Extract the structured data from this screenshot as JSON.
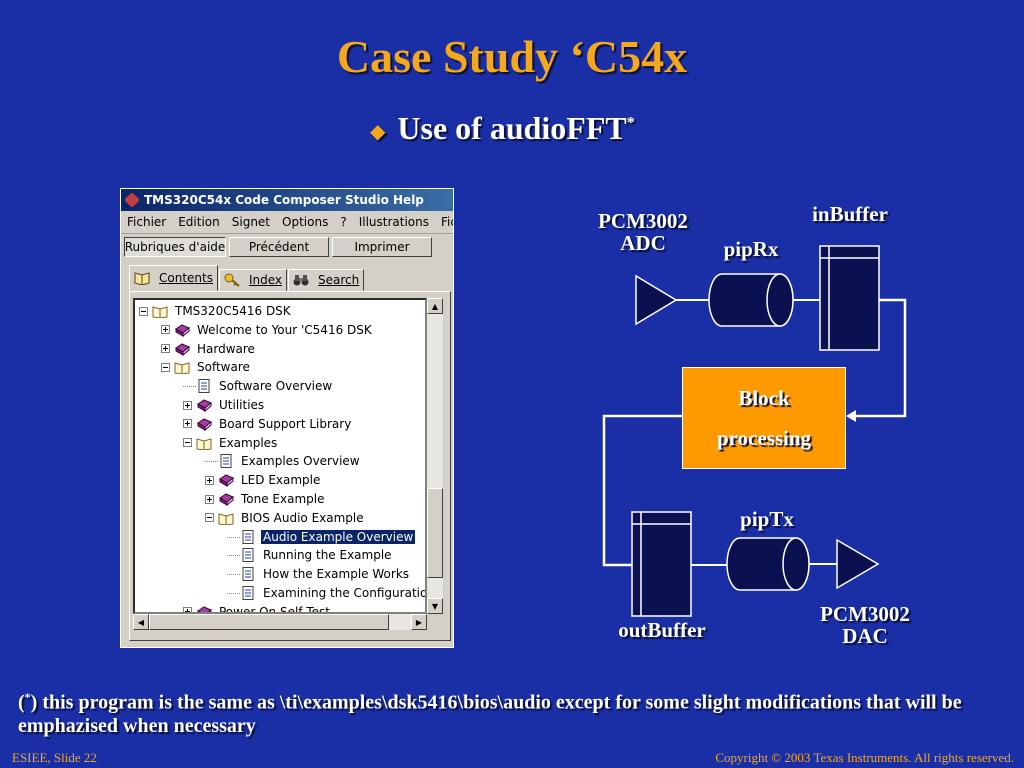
{
  "slide": {
    "title": "Case Study ‘C54x",
    "subtitle": "Use of audioFFT",
    "subtitle_marker": "*",
    "bullet_glyph": "◆",
    "footnote_marker": "*",
    "footnote_open": "(",
    "footnote_text": ") this program is the same as \\ti\\examples\\dsk5416\\bios\\audio except for some slight modifications that will be emphazised when necessary",
    "footer_left": "ESIEE, Slide 22",
    "footer_right": "Copyright © 2003 Texas Instruments. All rights reserved.",
    "colors": {
      "background": "#1a2ea6",
      "accent": "#f4a81c",
      "block": "#ff9900",
      "buffer": "#0a1050"
    }
  },
  "help_window": {
    "title": "TMS320C54x Code Composer Studio Help",
    "menu": [
      "Fichier",
      "Edition",
      "Signet",
      "Options",
      "?",
      "Illustrations",
      "Fic"
    ],
    "toolbar": [
      "Rubriques d'aide",
      "Précédent",
      "Imprimer"
    ],
    "tabs": [
      {
        "label": "Contents",
        "icon": "book-icon"
      },
      {
        "label": "Index",
        "icon": "key-icon"
      },
      {
        "label": "Search",
        "icon": "binoculars-icon"
      }
    ],
    "tree": [
      {
        "label": "TMS320C5416 DSK",
        "indent": 0,
        "expander": "minus",
        "icon": "open-book"
      },
      {
        "label": "Welcome to Your 'C5416 DSK",
        "indent": 1,
        "expander": "plus",
        "icon": "closed-book"
      },
      {
        "label": "Hardware",
        "indent": 1,
        "expander": "plus",
        "icon": "closed-book"
      },
      {
        "label": "Software",
        "indent": 1,
        "expander": "minus",
        "icon": "open-book"
      },
      {
        "label": "Software Overview",
        "indent": 2,
        "expander": "none",
        "icon": "page"
      },
      {
        "label": "Utilities",
        "indent": 2,
        "expander": "plus",
        "icon": "closed-book"
      },
      {
        "label": "Board Support Library",
        "indent": 2,
        "expander": "plus",
        "icon": "closed-book"
      },
      {
        "label": "Examples",
        "indent": 2,
        "expander": "minus",
        "icon": "open-book"
      },
      {
        "label": "Examples Overview",
        "indent": 3,
        "expander": "none",
        "icon": "page"
      },
      {
        "label": "LED Example",
        "indent": 3,
        "expander": "plus",
        "icon": "closed-book"
      },
      {
        "label": "Tone Example",
        "indent": 3,
        "expander": "plus",
        "icon": "closed-book"
      },
      {
        "label": "BIOS Audio Example",
        "indent": 3,
        "expander": "minus",
        "icon": "open-book"
      },
      {
        "label": "Audio Example Overview",
        "indent": 4,
        "expander": "none",
        "icon": "page",
        "selected": true
      },
      {
        "label": "Running the Example",
        "indent": 4,
        "expander": "none",
        "icon": "page"
      },
      {
        "label": "How the Example Works",
        "indent": 4,
        "expander": "none",
        "icon": "page"
      },
      {
        "label": "Examining the Configuration",
        "indent": 4,
        "expander": "none",
        "icon": "page"
      },
      {
        "label": "Power On Self Test",
        "indent": 2,
        "expander": "plus",
        "icon": "closed-book"
      }
    ]
  },
  "diagram": {
    "adc_label_1": "PCM3002",
    "adc_label_2": "ADC",
    "piprx_label": "pipRx",
    "inbuffer_label": "inBuffer",
    "block_label_1": "Block",
    "block_label_2": "processing",
    "piptx_label": "pipTx",
    "outbuffer_label": "outBuffer",
    "dac_label_1": "PCM3002",
    "dac_label_2": "DAC"
  }
}
